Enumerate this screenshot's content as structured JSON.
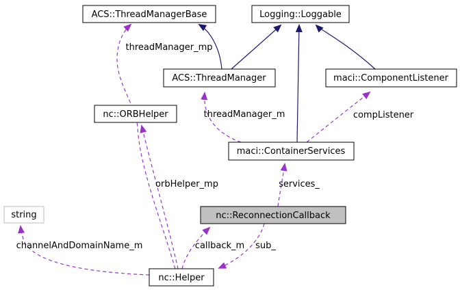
{
  "diagram": {
    "kind": "doxygen-collaboration-graph",
    "highlighted_node": "nc::ReconnectionCallback",
    "nodes": [
      {
        "label": "ACS::ThreadManagerBase",
        "style": "class"
      },
      {
        "label": "Logging::Loggable",
        "style": "class"
      },
      {
        "label": "ACS::ThreadManager",
        "style": "class"
      },
      {
        "label": "maci::ComponentListener",
        "style": "class"
      },
      {
        "label": "nc::ORBHelper",
        "style": "class"
      },
      {
        "label": "maci::ContainerServices",
        "style": "class"
      },
      {
        "label": "nc::ReconnectionCallback",
        "style": "highlighted"
      },
      {
        "label": "string",
        "style": "external"
      },
      {
        "label": "nc::Helper",
        "style": "class"
      }
    ],
    "edges": [
      {
        "from": "nc::Helper",
        "to": "ACS::ThreadManagerBase",
        "label": "threadManager_mp",
        "style": "usage-dashed"
      },
      {
        "from": "ACS::ThreadManager",
        "to": "ACS::ThreadManagerBase",
        "label": "",
        "style": "inheritance-solid"
      },
      {
        "from": "ACS::ThreadManager",
        "to": "Logging::Loggable",
        "label": "",
        "style": "inheritance-solid"
      },
      {
        "from": "maci::ContainerServices",
        "to": "Logging::Loggable",
        "label": "",
        "style": "inheritance-solid"
      },
      {
        "from": "maci::ComponentListener",
        "to": "Logging::Loggable",
        "label": "",
        "style": "inheritance-solid"
      },
      {
        "from": "maci::ContainerServices",
        "to": "ACS::ThreadManager",
        "label": "threadManager_m",
        "style": "usage-dashed"
      },
      {
        "from": "maci::ContainerServices",
        "to": "maci::ComponentListener",
        "label": "compListener",
        "style": "usage-dashed"
      },
      {
        "from": "nc::Helper",
        "to": "nc::ORBHelper",
        "label": "orbHelper_mp",
        "style": "usage-dashed"
      },
      {
        "from": "nc::ReconnectionCallback",
        "to": "maci::ContainerServices",
        "label": "services_",
        "style": "usage-dashed"
      },
      {
        "from": "nc::Helper",
        "to": "nc::ReconnectionCallback",
        "label": "callback_m",
        "style": "usage-dashed"
      },
      {
        "from": "nc::ReconnectionCallback",
        "to": "nc::Helper",
        "label": "sub_",
        "style": "usage-dashed"
      },
      {
        "from": "nc::Helper",
        "to": "string",
        "label": "channelAndDomainName_m",
        "style": "usage-dashed"
      }
    ],
    "colors": {
      "inheritance_edge": "#191970",
      "usage_edge": "#9932cc",
      "node_border": "#000000",
      "node_fill": "#ffffff",
      "highlight_fill": "#c0c0c0",
      "external_border": "#bebebe",
      "text": "#000000",
      "background": "#ffffff"
    }
  }
}
